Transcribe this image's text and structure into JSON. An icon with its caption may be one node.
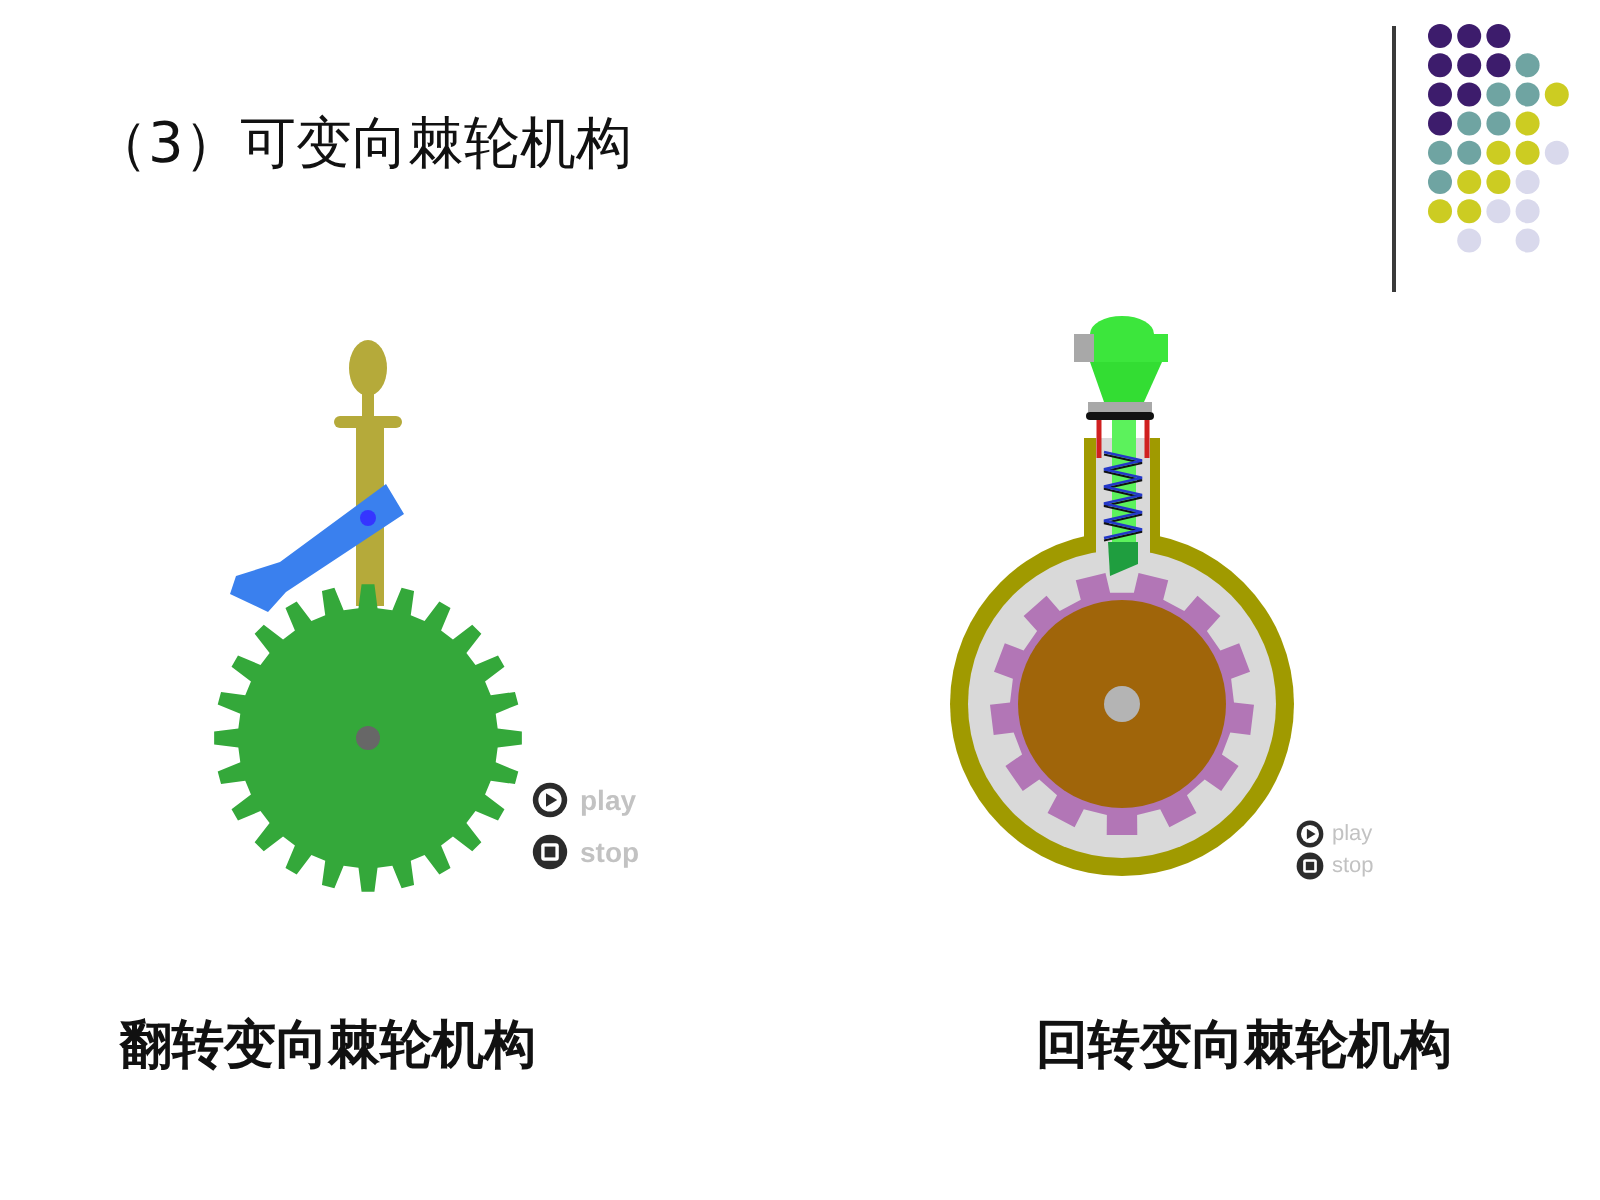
{
  "diagram": {
    "title": "（3）可变向棘轮机构",
    "labels": [
      "play",
      "stop",
      "play",
      "stop",
      "翻转变向棘轮机构",
      "回转变向棘轮机构"
    ]
  }
}
